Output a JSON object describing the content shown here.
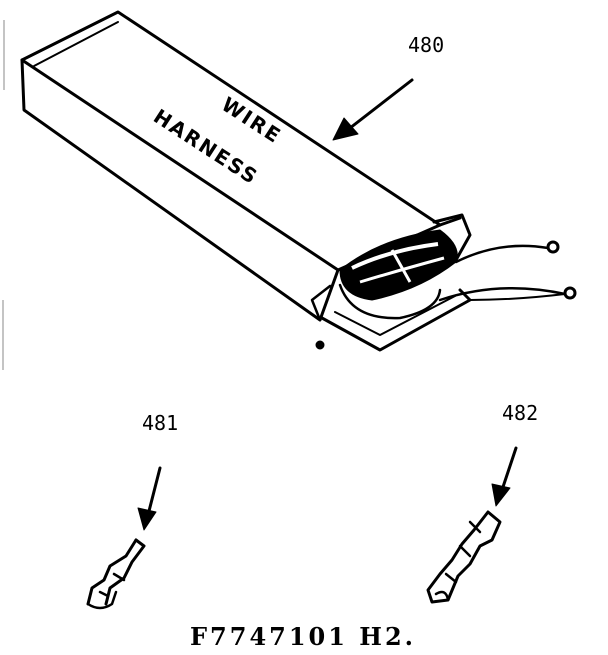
{
  "diagram": {
    "box_label_line1": "WIRE",
    "box_label_line2": "HARNESS",
    "parts": [
      {
        "number": "480"
      },
      {
        "number": "481"
      },
      {
        "number": "482"
      }
    ],
    "footer_code": "F7747101 H2."
  }
}
